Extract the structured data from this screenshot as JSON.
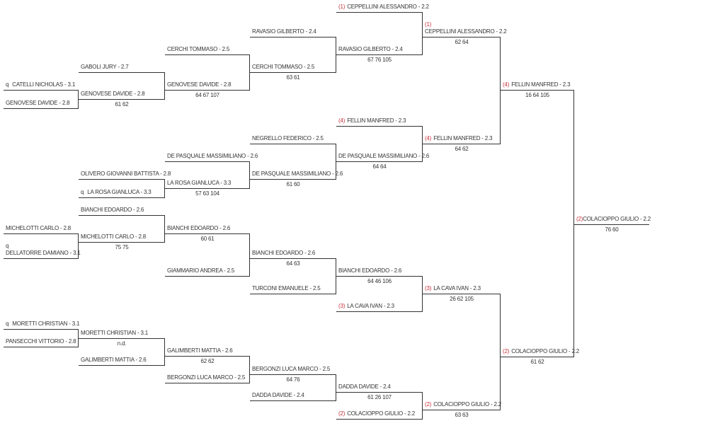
{
  "bracket": {
    "rounds": [
      {
        "entries": [
          {
            "qualifier": "q",
            "name": "CATELLI NICHOLAS - 3.1"
          },
          {
            "name": "GENOVESE DAVIDE - 2.8"
          },
          {
            "name": "MICHELOTTI CARLO - 2.8"
          },
          {
            "qualifier": "q",
            "name": "DELLATORRE DAMIANO - 3.1"
          },
          {
            "qualifier": "q",
            "name": "MORETTI CHRISTIAN - 3.1"
          },
          {
            "name": "PANSECCHI VITTORIO - 2.8"
          }
        ]
      },
      {
        "entries": [
          {
            "name": "GABOLI JURY - 2.7"
          },
          {
            "name": "GENOVESE DAVIDE - 2.8",
            "score": "61 62"
          },
          {
            "name": "OLIVERO GIOVANNI BATTISTA - 2.8"
          },
          {
            "qualifier": "q",
            "name": "LA ROSA GIANLUCA - 3.3"
          },
          {
            "name": "BIANCHI EDOARDO - 2.6"
          },
          {
            "name": "MICHELOTTI CARLO - 2.8",
            "score": "75 75"
          },
          {
            "name": "MORETTI CHRISTIAN - 3.1",
            "score": "n.d."
          },
          {
            "name": "GALIMBERTI MATTIA - 2.6"
          }
        ]
      },
      {
        "entries": [
          {
            "name": "CERCHI TOMMASO - 2.5"
          },
          {
            "name": "GENOVESE DAVIDE - 2.8",
            "score": "64 67 107"
          },
          {
            "name": "DE PASQUALE MASSIMILIANO - 2.6"
          },
          {
            "name": "LA ROSA GIANLUCA - 3.3",
            "score": "57 63 104"
          },
          {
            "name": "BIANCHI EDOARDO - 2.6",
            "score": "60 61"
          },
          {
            "name": "GIAMMARIO ANDREA - 2.5"
          },
          {
            "name": "GALIMBERTI MATTIA - 2.6",
            "score": "62 62"
          },
          {
            "name": "BERGONZI LUCA MARCO - 2.5"
          }
        ]
      },
      {
        "entries": [
          {
            "name": "RAVASIO GILBERTO - 2.4"
          },
          {
            "name": "CERCHI TOMMASO - 2.5",
            "score": "63 61"
          },
          {
            "name": "NEGRELLO FEDERICO - 2.5"
          },
          {
            "name": "DE PASQUALE MASSIMILIANO - 2.6",
            "score": "61 60"
          },
          {
            "name": "BIANCHI EDOARDO - 2.6",
            "score": "64 63"
          },
          {
            "name": "TURCONI EMANUELE - 2.5"
          },
          {
            "name": "BERGONZI LUCA MARCO - 2.5",
            "score": "64 76"
          },
          {
            "name": "DADDA DAVIDE - 2.4"
          }
        ]
      },
      {
        "entries": [
          {
            "seed": "(1)",
            "name": "CEPPELLINI ALESSANDRO - 2.2"
          },
          {
            "name": "RAVASIO GILBERTO - 2.4",
            "score": "67 76 105"
          },
          {
            "seed": "(4)",
            "name": "FELLIN MANFRED - 2.3"
          },
          {
            "name": "DE PASQUALE MASSIMILIANO - 2.6",
            "score": "64 64"
          },
          {
            "name": "BIANCHI EDOARDO - 2.6",
            "score": "64 46 106"
          },
          {
            "seed": "(3)",
            "name": "LA CAVA IVAN - 2.3"
          },
          {
            "name": "DADDA DAVIDE - 2.4",
            "score": "61 26 107"
          },
          {
            "seed": "(2)",
            "name": "COLACIOPPO GIULIO - 2.2"
          }
        ]
      },
      {
        "entries": [
          {
            "seed": "(1)",
            "name": "CEPPELLINI ALESSANDRO - 2.2",
            "score": "62 64"
          },
          {
            "seed": "(4)",
            "name": "FELLIN MANFRED - 2.3",
            "score": "64 62"
          },
          {
            "seed": "(3)",
            "name": "LA CAVA IVAN - 2.3",
            "score": "26 62 105"
          },
          {
            "seed": "(2)",
            "name": "COLACIOPPO GIULIO - 2.2",
            "score": "63 63"
          }
        ]
      },
      {
        "entries": [
          {
            "seed": "(4)",
            "name": "FELLIN MANFRED - 2.3",
            "score": "16 64 105"
          },
          {
            "seed": "(2)",
            "name": "COLACIOPPO GIULIO - 2.2",
            "score": "61 62"
          }
        ]
      },
      {
        "entries": [
          {
            "seed": "(2)",
            "name": "COLACIOPPO GIULIO - 2.2",
            "score": "76 60"
          }
        ]
      }
    ],
    "colors": {
      "seed": "#c8323c",
      "line": "#333333",
      "text": "#333333"
    }
  }
}
